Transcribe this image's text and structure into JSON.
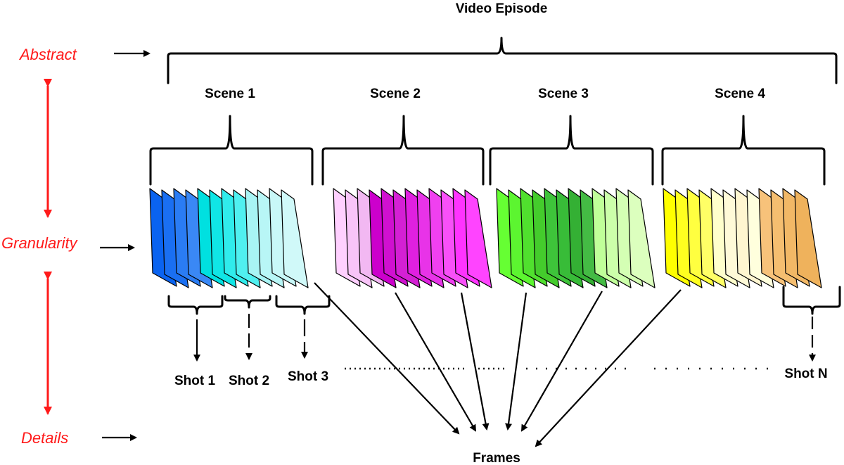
{
  "levels": {
    "abstract": "Abstract",
    "granularity": "Granularity",
    "details": "Details"
  },
  "top_label": "Video Episode",
  "scenes": [
    {
      "label": "Scene 1"
    },
    {
      "label": "Scene 2"
    },
    {
      "label": "Scene 3"
    },
    {
      "label": "Scene 4"
    }
  ],
  "shots": [
    {
      "label": "Shot 1"
    },
    {
      "label": "Shot 2"
    },
    {
      "label": "Shot 3"
    },
    {
      "label": "Shot  N"
    }
  ],
  "frames_label": "Frames",
  "frame_groups": [
    {
      "scene": "Scene 1",
      "colors": [
        "#0a63f0",
        "#1a6ff2",
        "#2a7cf4",
        "#3a88f5",
        "#00e0e0",
        "#10e6e6",
        "#30ecec",
        "#50f0f0",
        "#a8f4f4",
        "#b8f6f6",
        "#c8f8f8",
        "#d0f9f9"
      ]
    },
    {
      "scene": "Scene 2",
      "colors": [
        "#ffd0ff",
        "#f8c4f8",
        "#f2b8f2",
        "#cc00cc",
        "#d010d0",
        "#d420d4",
        "#e020e0",
        "#e833e8",
        "#f040f0",
        "#f850f8",
        "#ff33ff",
        "#ff44ff"
      ]
    },
    {
      "scene": "Scene 3",
      "colors": [
        "#66ff33",
        "#5cf530",
        "#50e02e",
        "#44cc2c",
        "#3ec43a",
        "#38bc38",
        "#34b034",
        "#44bb44",
        "#c0ff99",
        "#ccffaa",
        "#d4ffb4",
        "#dcffbe"
      ]
    },
    {
      "scene": "Scene 4",
      "colors": [
        "#ffff00",
        "#ffff20",
        "#ffff40",
        "#ffff66",
        "#ffffcc",
        "#fffad8",
        "#fff6d0",
        "#ffffdd",
        "#f7c27a",
        "#f5be70",
        "#f2b866",
        "#efb25c"
      ]
    }
  ]
}
